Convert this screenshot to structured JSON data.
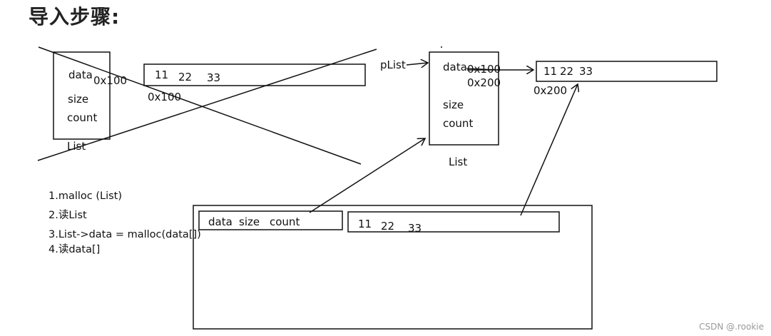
{
  "title": "导入步骤:",
  "left_struct": {
    "fields": [
      "data",
      "size",
      "count"
    ],
    "data_addr": "0x100",
    "label": "List"
  },
  "left_array": {
    "values": [
      "11",
      "22",
      "33"
    ],
    "addr": "0x100"
  },
  "pointer_label": "pList",
  "right_struct": {
    "fields": [
      "data",
      "size",
      "count"
    ],
    "old_addr": "0x100",
    "new_addr": "0x200",
    "label": "List"
  },
  "right_array": {
    "values": [
      "11",
      "22",
      "33"
    ],
    "addr": "0x200"
  },
  "steps": [
    "1.malloc (List)",
    "2.读List",
    "3.List->data = malloc(data[])",
    "4.读data[]"
  ],
  "file_box": {
    "header": [
      "data",
      "size",
      "count"
    ],
    "values": [
      "11",
      "22",
      "33"
    ]
  },
  "watermark": "CSDN @.rookie"
}
